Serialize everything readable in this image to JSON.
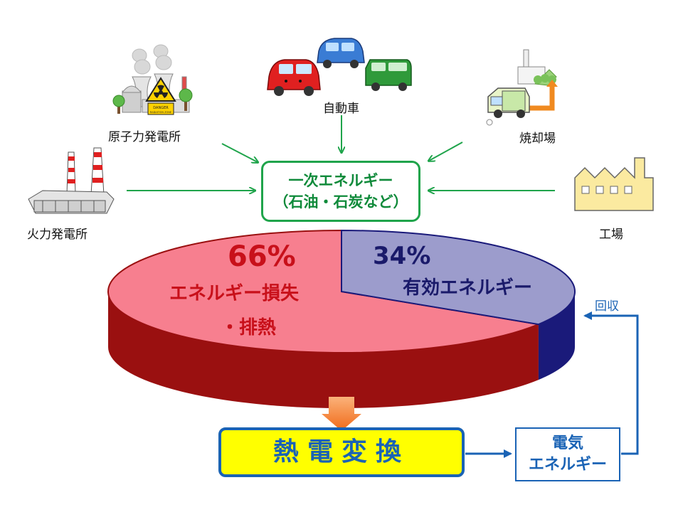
{
  "sources": {
    "nuclear": "原子力発電所",
    "car": "自動車",
    "incinerator": "焼却場",
    "thermal": "火力発電所",
    "factory": "工場"
  },
  "primary_energy": {
    "line1": "一次エネルギー",
    "line2": "（石油・石炭など）"
  },
  "pie": {
    "loss_percent": "66%",
    "loss_label_1": "エネルギー損失",
    "loss_label_2": "・排熱",
    "effective_percent": "34%",
    "effective_label": "有効エネルギー",
    "loss_fraction": 0.66,
    "effective_fraction": 0.34
  },
  "conversion": {
    "label": "熱電変換"
  },
  "electric": {
    "line1": "電気",
    "line2": "エネルギー"
  },
  "recovery": {
    "label": "回収"
  },
  "icons": {
    "danger_sign_line1": "DANGER",
    "danger_sign_line2": "RADIATION ZONE"
  },
  "colors": {
    "loss_top": "#f77f8f",
    "loss_side": "#9a1010",
    "effective_top": "#9c9ccc",
    "effective_side": "#1a1a7a",
    "green_arrow": "#1fa44b",
    "blue": "#1a63b5",
    "orange_arrow": "#f07a28"
  }
}
